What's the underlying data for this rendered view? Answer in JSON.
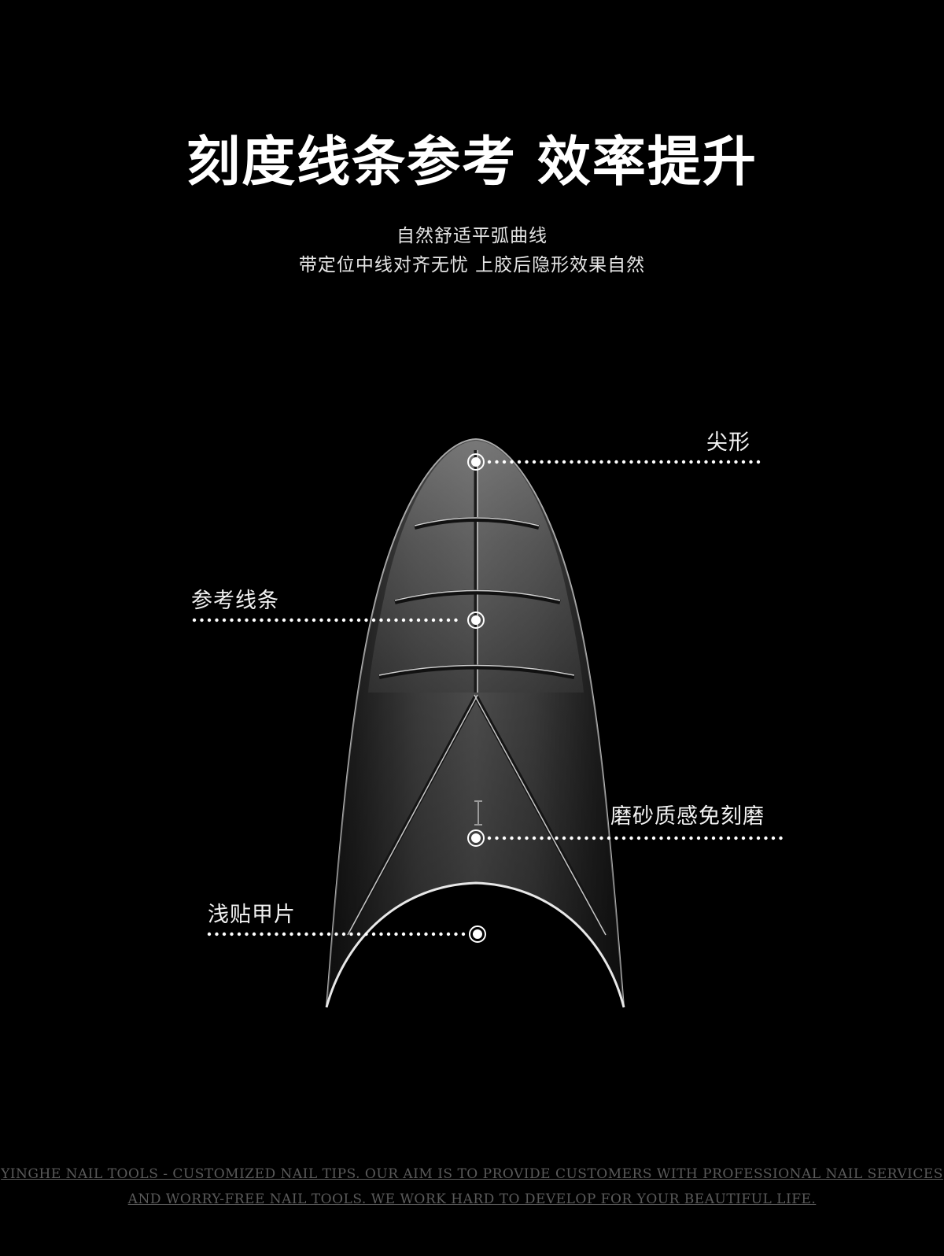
{
  "title": "刻度线条参考 效率提升",
  "subtitle_line1": "自然舒适平弧曲线",
  "subtitle_line2": "带定位中线对齐无忧 上胶后隐形效果自然",
  "callouts": {
    "tip": "尖形",
    "reference_lines": "参考线条",
    "matte": "磨砂质感免刻磨",
    "shallow": "浅贴甲片"
  },
  "footer_line1": "YINGHE NAIL TOOLS - CUSTOMIZED NAIL TIPS. OUR AIM IS TO PROVIDE CUSTOMERS WITH PROFESSIONAL NAIL SERVICES",
  "footer_line2": "AND WORRY-FREE NAIL TOOLS. WE WORK HARD TO DEVELOP FOR YOUR BEAUTIFUL LIFE.",
  "colors": {
    "background": "#000000",
    "text": "#ffffff",
    "footer": "#5a5a5a"
  }
}
